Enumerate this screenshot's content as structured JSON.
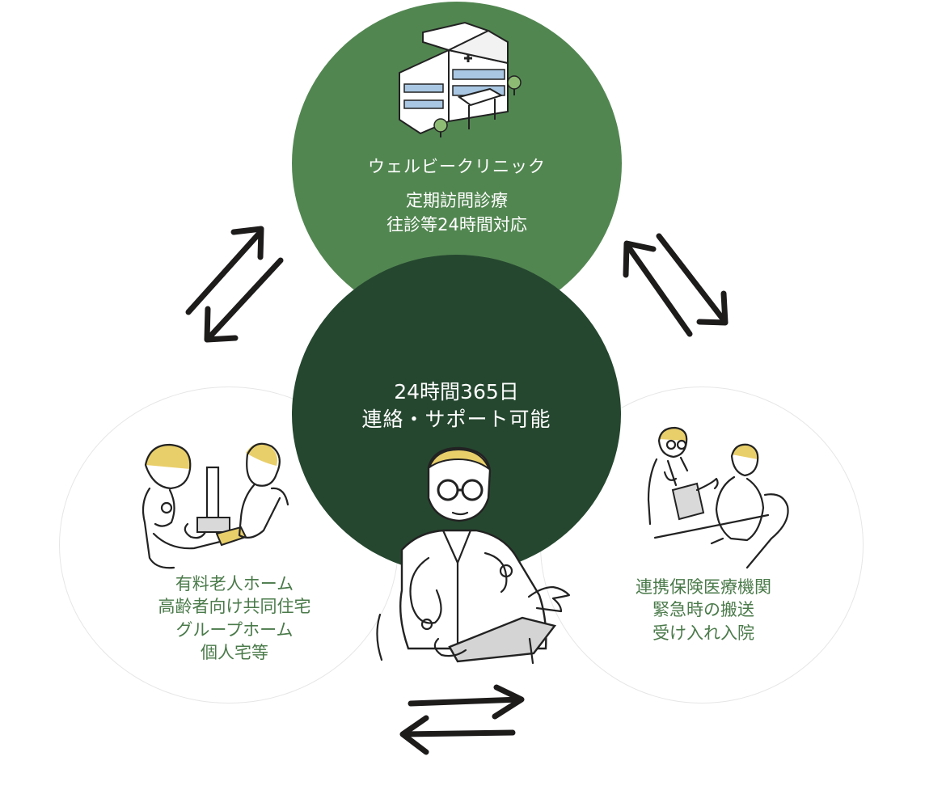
{
  "top_circle": {
    "name": "ウェルビークリニック",
    "lines": [
      "定期訪問診療",
      "往診等24時間対応"
    ],
    "color": "#528651"
  },
  "center_circle": {
    "lines": [
      "24時間365日",
      "連絡・サポート可能"
    ],
    "color": "#25472f"
  },
  "left_circle": {
    "lines": [
      "有料老人ホーム",
      "高齢者向け共同住宅",
      "グループホーム",
      "個人宅等"
    ]
  },
  "right_circle": {
    "lines": [
      "連携保険医療機関",
      "緊急時の搬送",
      "受け入れ入院"
    ]
  },
  "text_colors": {
    "light": "#ffffff",
    "side": "#4a7a4a"
  },
  "icons": [
    "clinic-building-icon",
    "nurse-measuring-blood-pressure-icon",
    "doctor-with-tablet-icon",
    "doctor-consulting-patient-icon"
  ]
}
